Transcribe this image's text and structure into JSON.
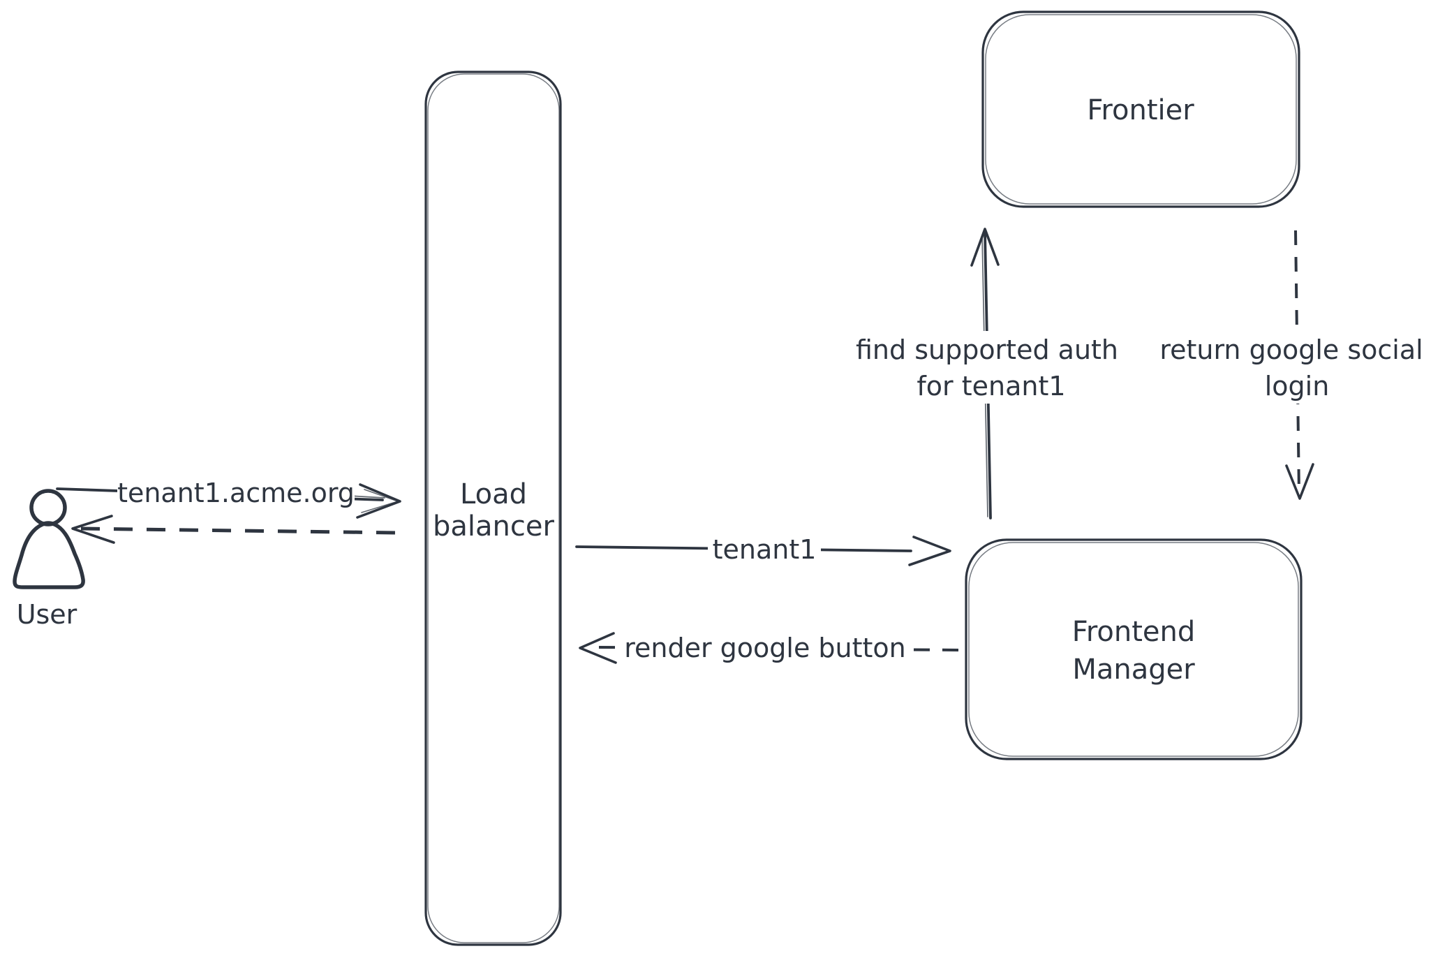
{
  "diagram": {
    "colors": {
      "ink": "#2e3540",
      "paper": "#ffffff",
      "hatch": "#cbd4e1"
    },
    "user": {
      "label": "User"
    },
    "nodes": {
      "load_balancer": {
        "line1": "Load",
        "line2": "balancer"
      },
      "frontier": {
        "label": "Frontier"
      },
      "frontend_manager": {
        "line1": "Frontend",
        "line2": "Manager"
      }
    },
    "edges": {
      "user_to_lb": {
        "label": "tenant1.acme.org",
        "style": "solid",
        "direction": "right"
      },
      "lb_to_user": {
        "label": "",
        "style": "dashed",
        "direction": "left"
      },
      "lb_to_fm": {
        "label": "tenant1",
        "style": "solid",
        "direction": "right"
      },
      "fm_to_lb": {
        "label": "render google button",
        "style": "dashed",
        "direction": "left"
      },
      "fm_to_frontier": {
        "label_line1": "find supported auth",
        "label_line2": "for tenant1",
        "style": "solid",
        "direction": "up"
      },
      "frontier_to_fm": {
        "label_line1": "return google social",
        "label_line2": "login",
        "style": "dashed",
        "direction": "down"
      }
    }
  }
}
